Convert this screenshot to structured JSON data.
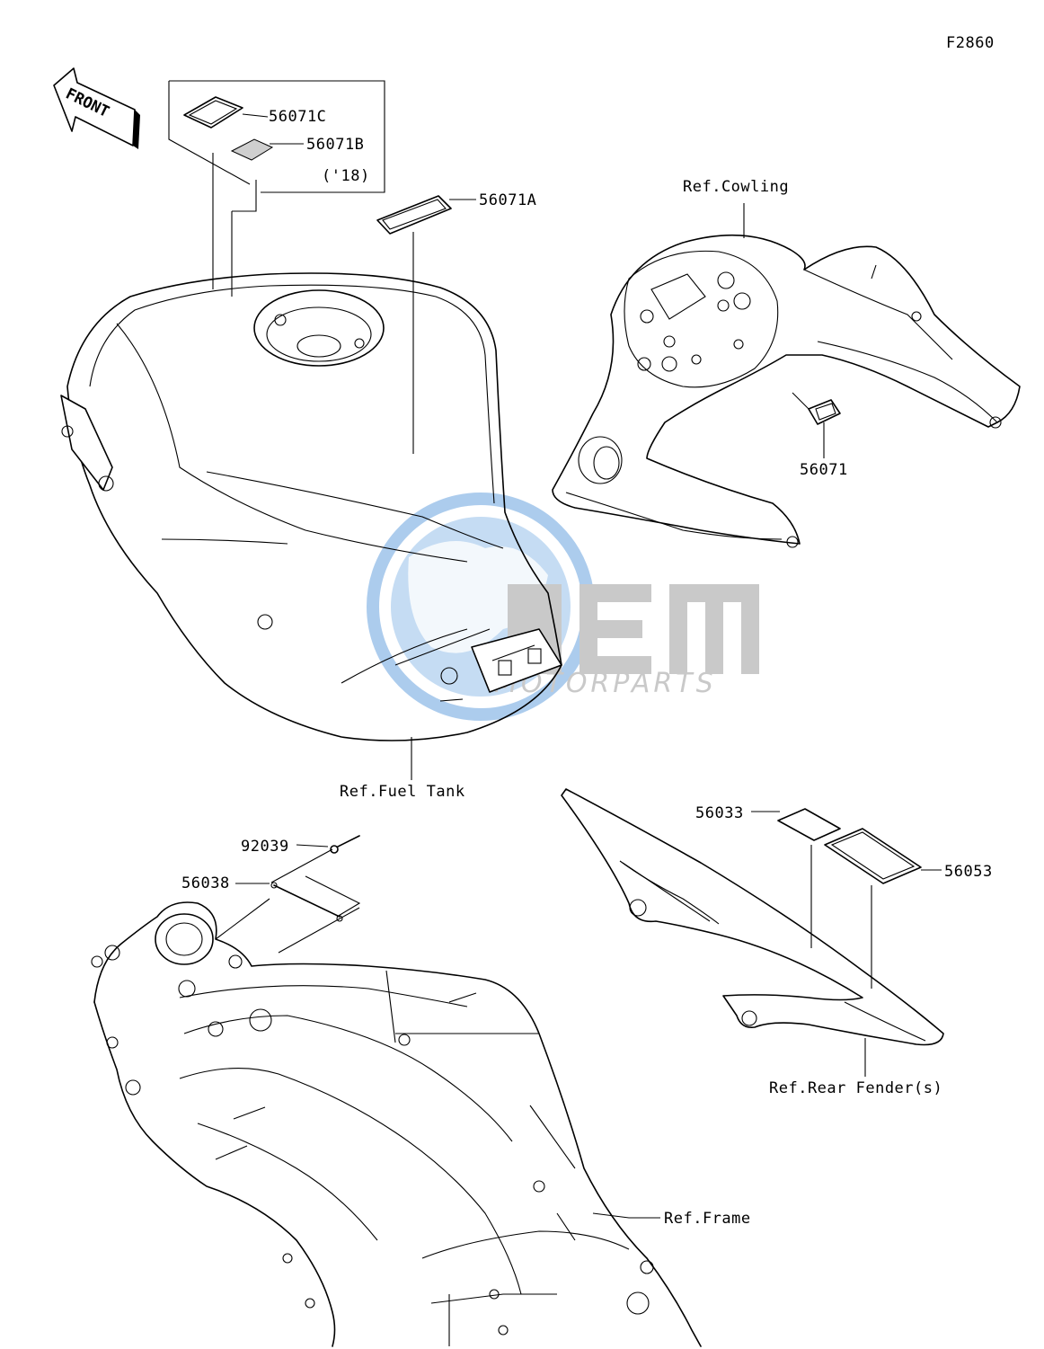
{
  "diagram_code": "F2860",
  "front_arrow_text": "FRONT",
  "labels": {
    "p56071C": "56071C",
    "p56071B": "56071B",
    "year_note": "('18)",
    "p56071A": "56071A",
    "ref_cowling": "Ref.Cowling",
    "p56071": "56071",
    "ref_fuel_tank": "Ref.Fuel Tank",
    "p56033": "56033",
    "p56053": "56053",
    "p92039": "92039",
    "p56038": "56038",
    "ref_rear_fender": "Ref.Rear Fender(s)",
    "ref_frame": "Ref.Frame"
  },
  "watermark": {
    "brand": "OEM",
    "subtitle": "MOTORPARTS",
    "color": "#6fa8dc"
  }
}
